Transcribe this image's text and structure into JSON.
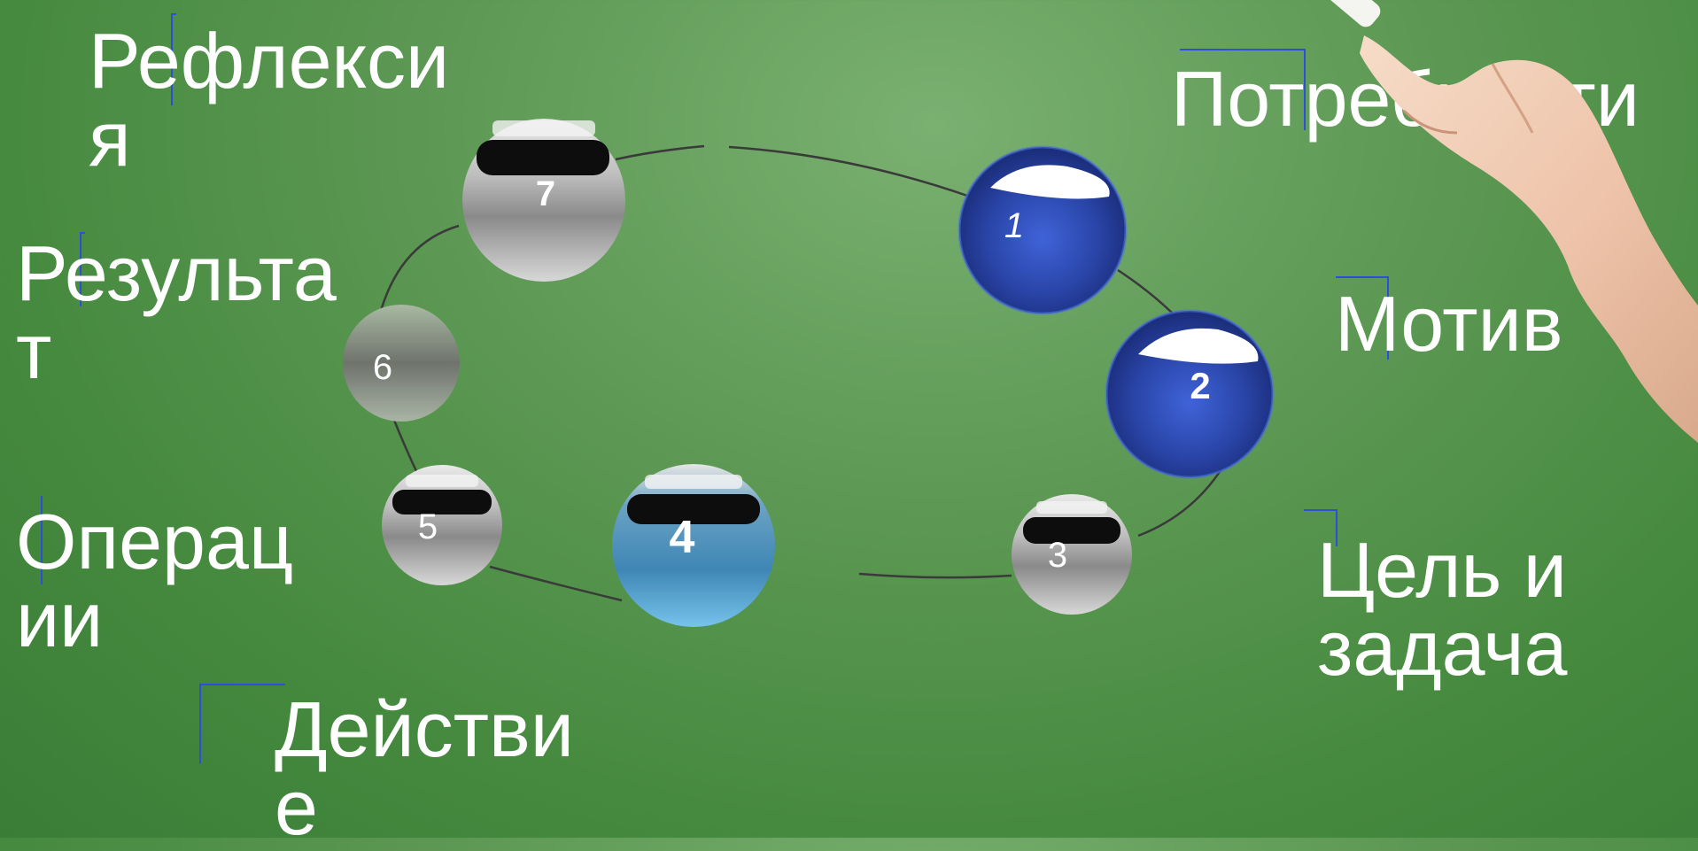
{
  "labels": {
    "reflexia": [
      "Рефлекси",
      "я"
    ],
    "rezultat": [
      "Результа",
      "т"
    ],
    "operacii": [
      "Операц",
      "ии"
    ],
    "deistvie": [
      "Действи",
      "е"
    ],
    "potrebnosti": [
      "Потребности"
    ],
    "motiv": [
      "Мотив"
    ],
    "cel": [
      "Цель и",
      "задача"
    ]
  },
  "nodes": [
    {
      "id": "1",
      "label": "1",
      "style": "blue",
      "italic": true
    },
    {
      "id": "2",
      "label": "2",
      "style": "blue",
      "bold": true
    },
    {
      "id": "3",
      "label": "3",
      "style": "gray"
    },
    {
      "id": "4",
      "label": "4",
      "style": "lightblue",
      "bold": true
    },
    {
      "id": "5",
      "label": "5",
      "style": "gray"
    },
    {
      "id": "6",
      "label": "6",
      "style": "faded"
    },
    {
      "id": "7",
      "label": "7",
      "style": "gray",
      "bold": true
    }
  ],
  "colors": {
    "board": "#4f8f47",
    "text": "#ffffff",
    "connector": "#3a3a3a",
    "marker": "#2b4fd9",
    "blue": "#2a45a8",
    "lightblue": "#5eaed8",
    "gray": "#9a9a9a"
  },
  "decor": {
    "hand": "hand-with-chalk"
  }
}
